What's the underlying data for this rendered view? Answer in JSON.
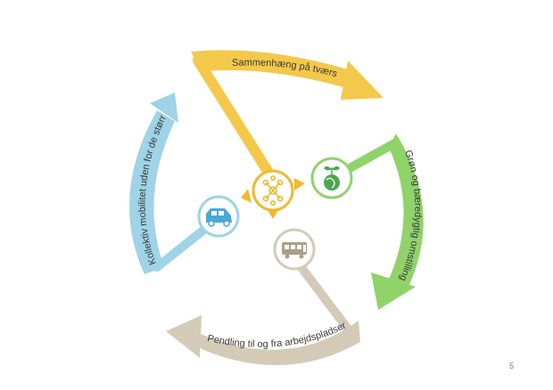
{
  "colors": {
    "yellow": "#f4c84a",
    "green": "#8fd36a",
    "beige": "#d3cbb8",
    "blue": "#9fd3e6",
    "vehicle_blue": "#4aa8d8",
    "globe_green": "#4ca84e",
    "bus_beige": "#a99f87",
    "hub_yellow": "#f0b92e"
  },
  "arcs": [
    {
      "key": "top",
      "label": "Sammenhæng på tværs",
      "color": "yellow",
      "icon": "network-icon"
    },
    {
      "key": "right",
      "label": "Grøn og bæredygtig omstilling",
      "color": "green",
      "icon": "globe-plant-icon"
    },
    {
      "key": "bottom",
      "label": "Pendling til og fra arbejdspladser",
      "color": "beige",
      "icon": "bus-icon"
    },
    {
      "key": "left",
      "label": "Kollektiv mobilitet uden for de større byer",
      "color": "blue",
      "icon": "car-icon"
    }
  ],
  "page_number": "5"
}
